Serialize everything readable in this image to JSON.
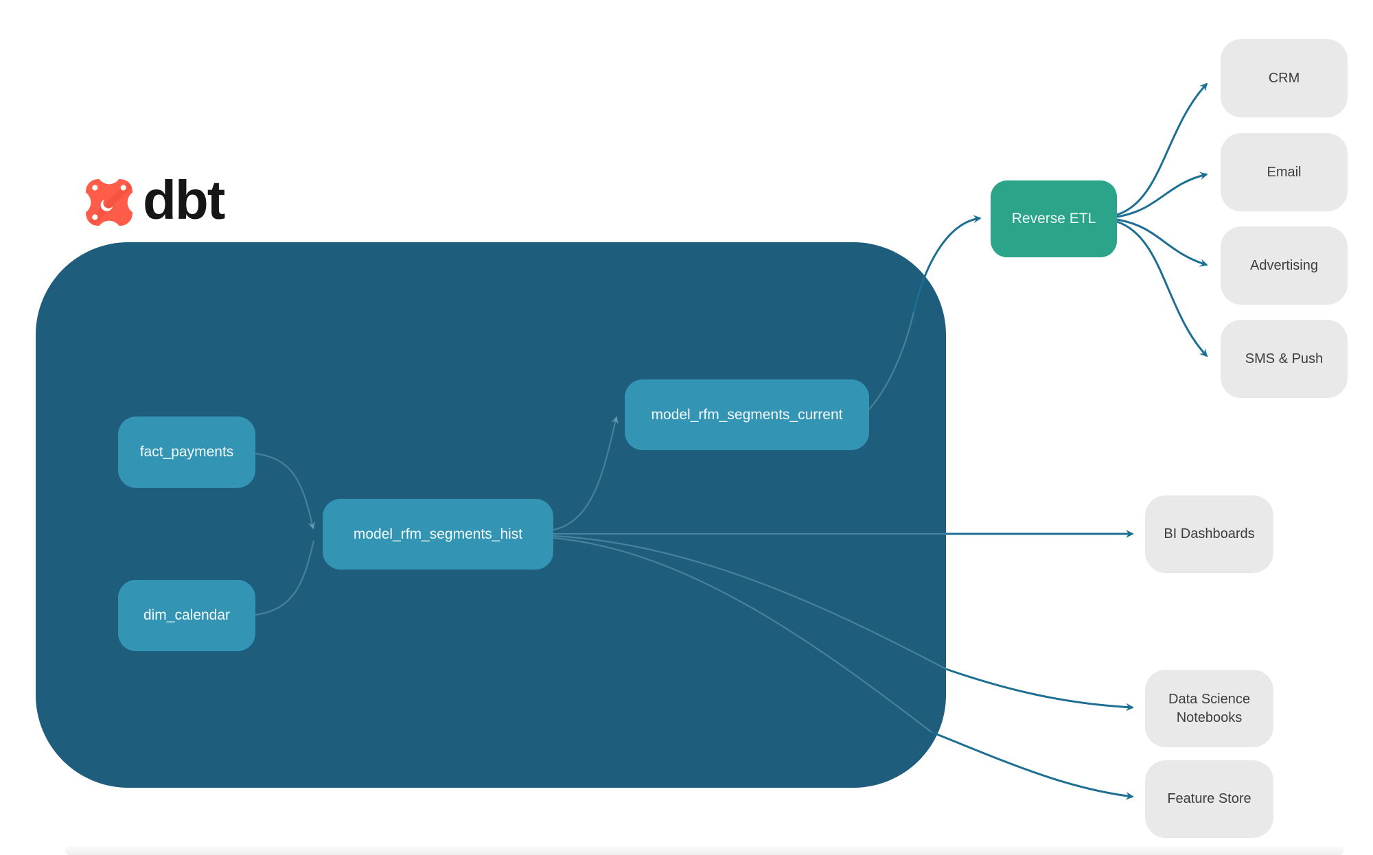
{
  "logo": {
    "brand": "dbt"
  },
  "warehouse": {
    "nodes": [
      {
        "id": "fact_payments",
        "label": "fact_payments"
      },
      {
        "id": "dim_calendar",
        "label": "dim_calendar"
      },
      {
        "id": "model_rfm_segments_hist",
        "label": "model_rfm_segments_hist"
      },
      {
        "id": "model_rfm_segments_current",
        "label": "model_rfm_segments_current"
      }
    ]
  },
  "reverse_etl": {
    "label": "Reverse ETL"
  },
  "activation_targets": [
    {
      "label": "CRM"
    },
    {
      "label": "Email"
    },
    {
      "label": "Advertising"
    },
    {
      "label": "SMS & Push"
    }
  ],
  "analytics_targets": [
    {
      "label": "BI Dashboards"
    },
    {
      "label": "Data Science Notebooks"
    },
    {
      "label": "Feature Store"
    }
  ],
  "edges": [
    {
      "from": "fact_payments",
      "to": "model_rfm_segments_hist"
    },
    {
      "from": "dim_calendar",
      "to": "model_rfm_segments_hist"
    },
    {
      "from": "model_rfm_segments_hist",
      "to": "model_rfm_segments_current"
    },
    {
      "from": "model_rfm_segments_current",
      "to": "Reverse ETL"
    },
    {
      "from": "Reverse ETL",
      "to": "CRM"
    },
    {
      "from": "Reverse ETL",
      "to": "Email"
    },
    {
      "from": "Reverse ETL",
      "to": "Advertising"
    },
    {
      "from": "Reverse ETL",
      "to": "SMS & Push"
    },
    {
      "from": "model_rfm_segments_hist",
      "to": "BI Dashboards"
    },
    {
      "from": "model_rfm_segments_hist",
      "to": "Data Science Notebooks"
    },
    {
      "from": "model_rfm_segments_hist",
      "to": "Feature Store"
    }
  ],
  "colors": {
    "warehouse_bg": "#1e5d7c",
    "model_node": "#3494b4",
    "reverse_etl_node": "#2ba489",
    "target_node": "#e9e9e9",
    "arrow": "#1d6e93",
    "inner_edge": "#6aa0b6",
    "logo_orange": "#ff5c49",
    "wordmark_text": "#161616",
    "target_text": "#3d3d3d"
  }
}
